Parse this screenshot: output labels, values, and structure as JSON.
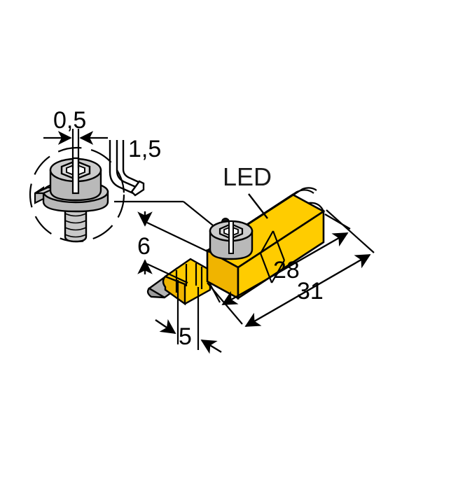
{
  "drawing": {
    "title": "Inductive proximity sensor dimensional drawing",
    "background_color": "#ffffff",
    "line_color": "#000000",
    "body_color": "#ffcc00",
    "body_shade_color": "#f0b400",
    "metal_color": "#c9c9c9",
    "metal_shade_color": "#a8a8a8",
    "cable_color": "#b3b3b3",
    "cable_shade_color": "#9a9a9a"
  },
  "labels": {
    "led": "LED"
  },
  "dimensions": {
    "slot_width": "0,5",
    "hex_key": "1,5",
    "body_height": "6",
    "cable_offset": "5",
    "length_body": "28",
    "length_total": "31"
  },
  "detail_view": {
    "name": "mounting-screw-detail",
    "callout_shape": "dashed-circle",
    "screw_type": "hex-socket-pan-head-with-washer"
  },
  "parts": {
    "sensor_housing": "rectangular-yellow-housing",
    "mounting_screw": "gray-hex-socket-screw",
    "cable": "gray-cable",
    "front_barrel": "ribbed-yellow-barrel"
  }
}
